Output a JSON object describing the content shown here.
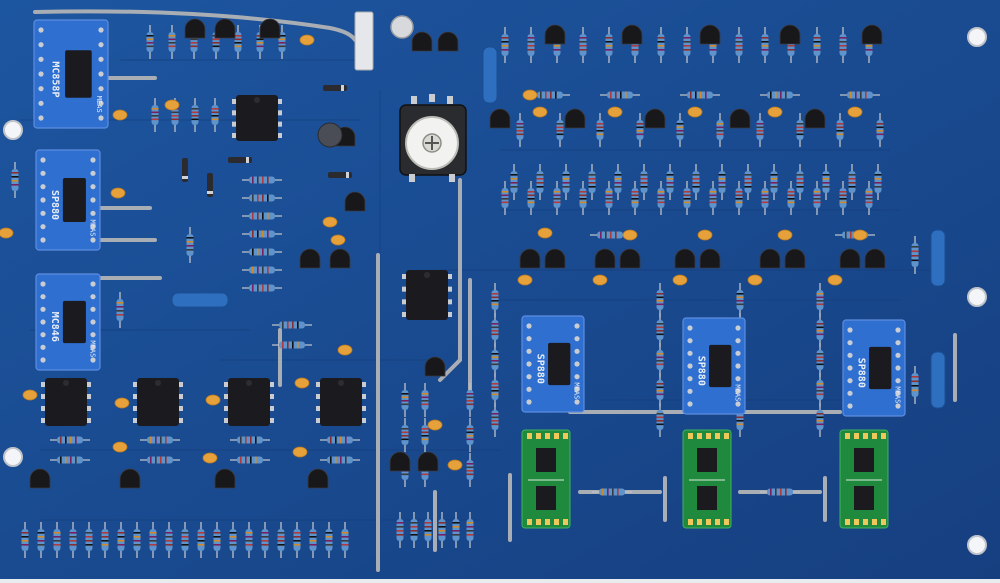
{
  "photo": {
    "subject": "pcb-board",
    "colors": {
      "board": "#1a4d93",
      "board_light": "#2a63ae",
      "trace": "#153f7c",
      "silk": "#e8eef7",
      "resistor_body": "#5e93cc",
      "jumper_wire": "#a9adb4",
      "cap_yellow": "#e6a13a",
      "cap_blue": "#2f6fc0",
      "chip": "#1b1b1f",
      "transistor": "#18181b",
      "adapter_blue": "#2f6fd0",
      "adapter_green": "#1f8a3e",
      "pad": "#c9ccd1"
    }
  },
  "board_labels": {
    "adapter_left_1": "MC858P",
    "adapter_left_2": "SP880",
    "adapter_left_3": "MC846",
    "adapter_mid_1": "SP880",
    "adapter_mid_2": "SP880",
    "adapter_mid_3": "SP880",
    "maker": "MEAS"
  }
}
